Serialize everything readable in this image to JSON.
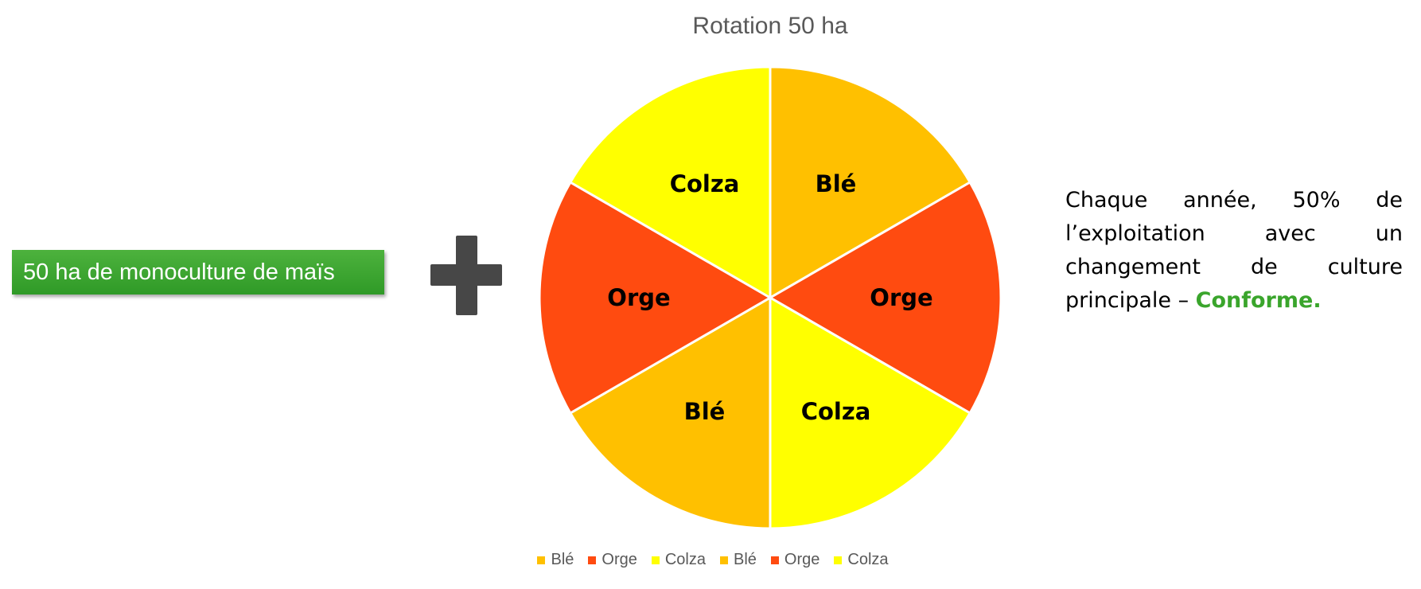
{
  "badge": {
    "label": "50 ha de monoculture de maïs"
  },
  "icons": {
    "plus": "plus-icon"
  },
  "chart_data": {
    "type": "pie",
    "title": "Rotation 50 ha",
    "categories": [
      "Blé",
      "Orge",
      "Colza",
      "Blé",
      "Orge",
      "Colza"
    ],
    "values": [
      1,
      1,
      1,
      1,
      1,
      1
    ],
    "colors": [
      "#FFC000",
      "#FF4B10",
      "#FFFF00",
      "#FFC000",
      "#FF4B10",
      "#FFFF00"
    ],
    "legend": "bottom"
  },
  "note": {
    "text": "Chaque année, 50% de l’exploitation avec un changement de culture principale – ",
    "status": "Conforme."
  }
}
